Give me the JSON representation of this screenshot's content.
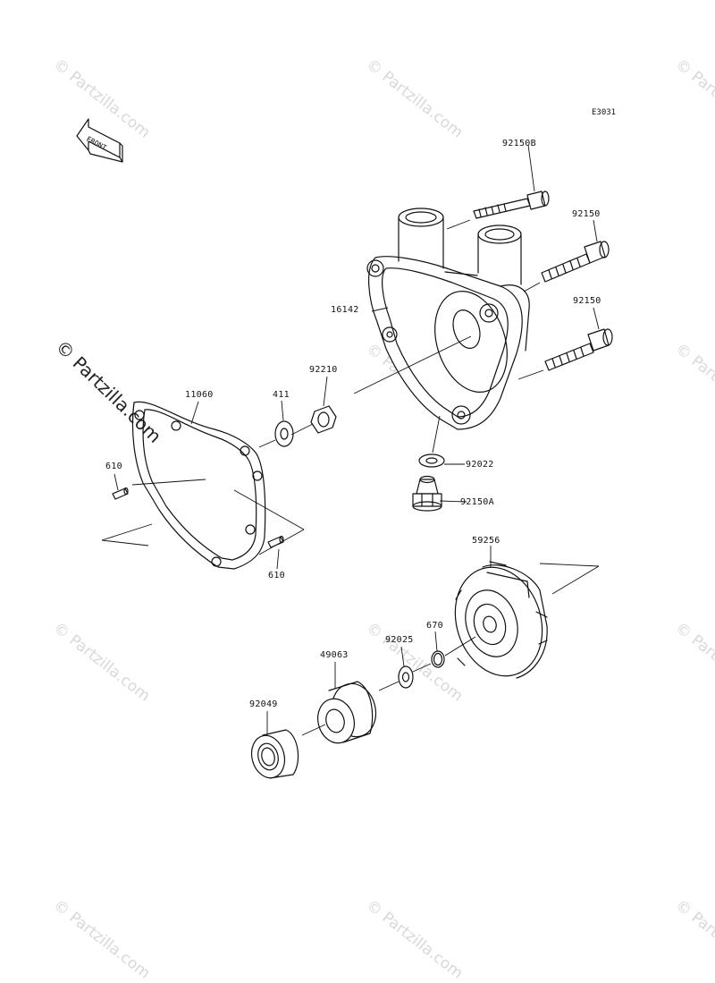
{
  "diagram_code": "E3031",
  "front_arrow_label": "FRONT",
  "watermark_text": "© Partzilla.com",
  "callouts": [
    {
      "id": "92150B",
      "text": "92150B"
    },
    {
      "id": "92150-upper",
      "text": "92150"
    },
    {
      "id": "92150-lower",
      "text": "92150"
    },
    {
      "id": "16142",
      "text": "16142"
    },
    {
      "id": "92210",
      "text": "92210"
    },
    {
      "id": "411",
      "text": "411"
    },
    {
      "id": "11060",
      "text": "11060"
    },
    {
      "id": "610-left",
      "text": "610"
    },
    {
      "id": "610-right",
      "text": "610"
    },
    {
      "id": "92022",
      "text": "92022"
    },
    {
      "id": "92150A",
      "text": "92150A"
    },
    {
      "id": "59256",
      "text": "59256"
    },
    {
      "id": "670",
      "text": "670"
    },
    {
      "id": "92025",
      "text": "92025"
    },
    {
      "id": "49063",
      "text": "49063"
    },
    {
      "id": "92049",
      "text": "92049"
    }
  ],
  "colors": {
    "line": "#111111",
    "watermark": "#d8d8d8",
    "background": "#ffffff"
  }
}
